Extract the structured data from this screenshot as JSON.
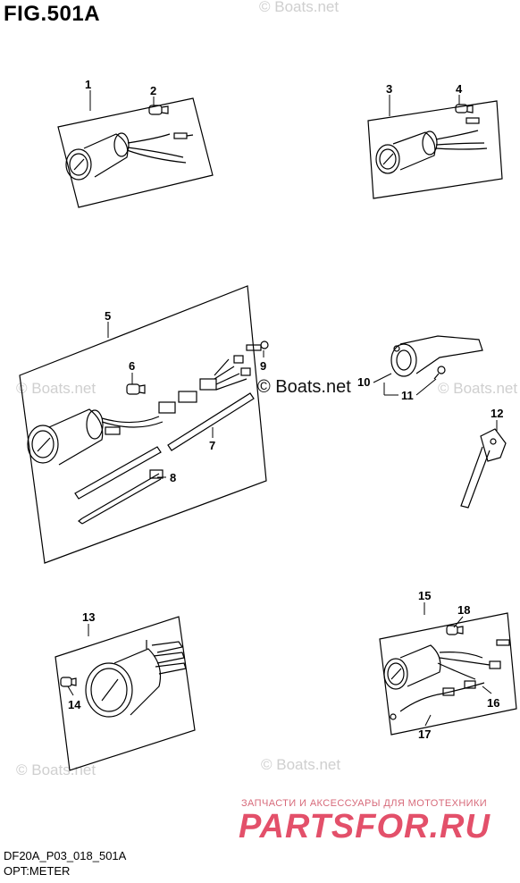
{
  "figure": {
    "title": "FIG.501A"
  },
  "watermarks": {
    "top": "© Boats.net",
    "left": "© Boats.net",
    "center": "© Boats.net",
    "right": "© Boats.net",
    "bottom_left": "© Boats.net",
    "bottom_center": "© Boats.net"
  },
  "callouts": [
    "1",
    "2",
    "3",
    "4",
    "5",
    "6",
    "7",
    "8",
    "9",
    "10",
    "11",
    "12",
    "13",
    "14",
    "15",
    "16",
    "17",
    "18"
  ],
  "footer": {
    "code": "DF20A_P03_018_501A",
    "caption": "OPT:METER"
  },
  "partsfor": {
    "tagline": "ЗАПЧАСТИ И АКСЕССУАРЫ ДЛЯ МОТОТЕХНИКИ",
    "logo": "PARTSFOR.RU"
  }
}
